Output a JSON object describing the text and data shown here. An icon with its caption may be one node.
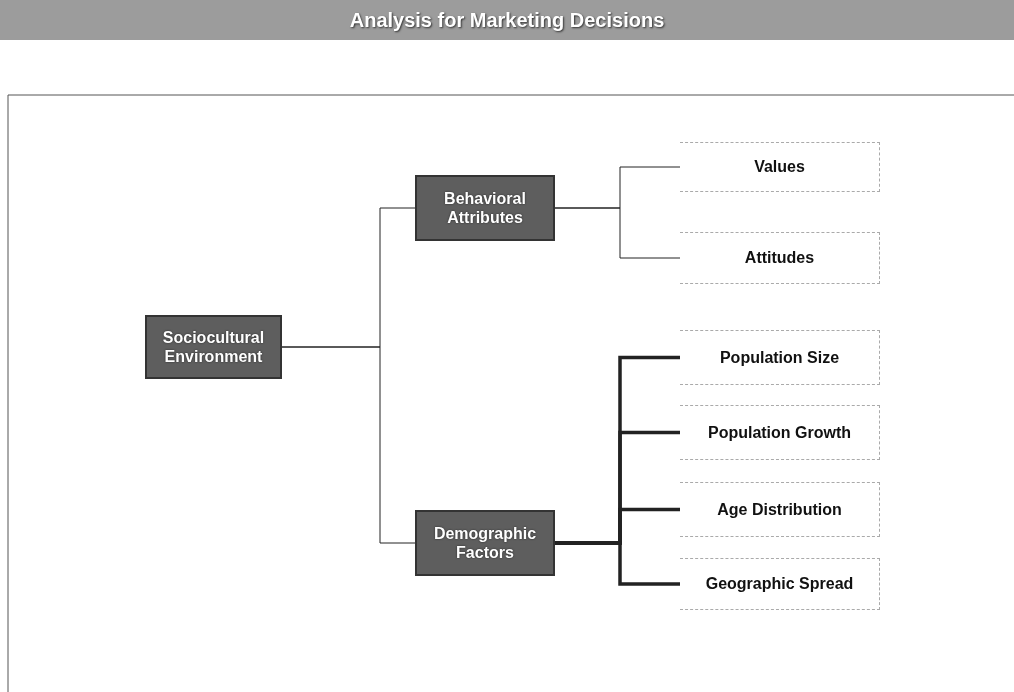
{
  "diagram": {
    "title": "Analysis for Marketing Decisions",
    "nodes": [
      {
        "text": [
          "Sociocultural Environment"
        ]
      },
      {
        "text": [
          "Behavioral Attributes"
        ]
      },
      {
        "text": [
          "Demographic Factors"
        ]
      },
      {
        "text": [
          "Values"
        ]
      },
      {
        "text": [
          "Attitudes"
        ]
      },
      {
        "text": [
          "Population Size"
        ]
      },
      {
        "text": [
          "Population Growth"
        ]
      },
      {
        "text": [
          "Age Distribution"
        ]
      },
      {
        "text": [
          "Geographic Spread"
        ]
      }
    ],
    "edges": [
      {
        "from": 0,
        "to": 1,
        "arrow": "none"
      },
      {
        "from": 0,
        "to": 2,
        "arrow": "none"
      },
      {
        "from": 1,
        "to": 3,
        "arrow": "none"
      },
      {
        "from": 1,
        "to": 4,
        "arrow": "none"
      },
      {
        "from": 2,
        "to": 5,
        "arrow": "none",
        "style": "thick"
      },
      {
        "from": 2,
        "to": 6,
        "arrow": "none",
        "style": "thick"
      },
      {
        "from": 2,
        "to": 7,
        "arrow": "none",
        "style": "thick"
      },
      {
        "from": 2,
        "to": 8,
        "arrow": "none",
        "style": "thick"
      }
    ]
  }
}
